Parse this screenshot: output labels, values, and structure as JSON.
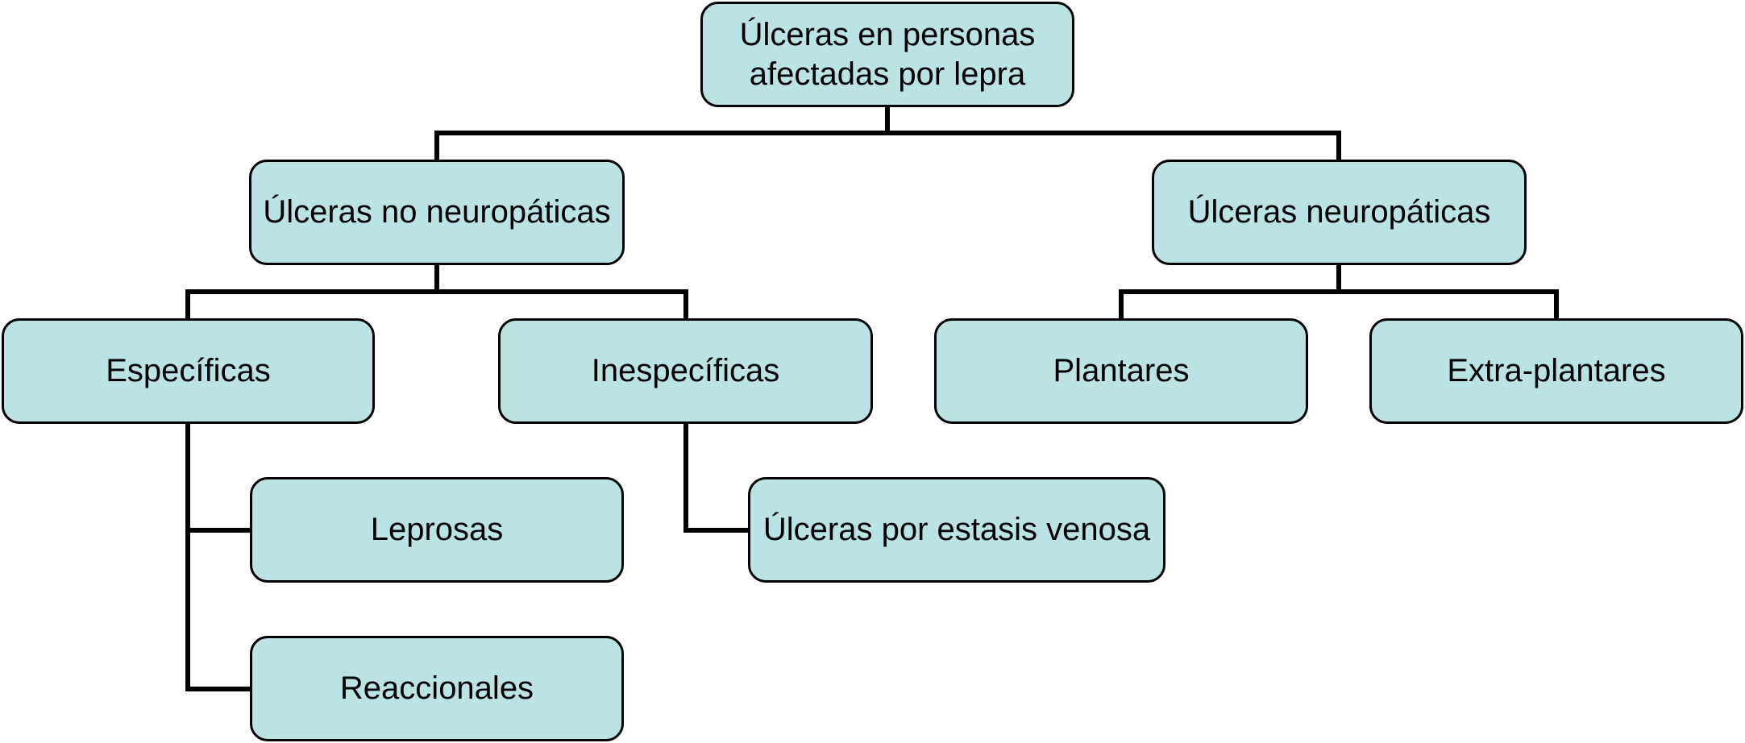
{
  "diagram": {
    "root": "Úlceras en personas\nafectadas por lepra",
    "no_neuropaticas": "Úlceras no neuropáticas",
    "neuropaticas": "Úlceras neuropáticas",
    "especificas": "Específicas",
    "inespecificas": "Inespecíficas",
    "plantares": "Plantares",
    "extra_plantares": "Extra-plantares",
    "leprosas": "Leprosas",
    "reaccionales": "Reaccionales",
    "estasis_venosa": "Úlceras por estasis venosa"
  },
  "colors": {
    "box_fill": "#bbe3e3",
    "box_border": "#000000",
    "connector": "#000000"
  }
}
